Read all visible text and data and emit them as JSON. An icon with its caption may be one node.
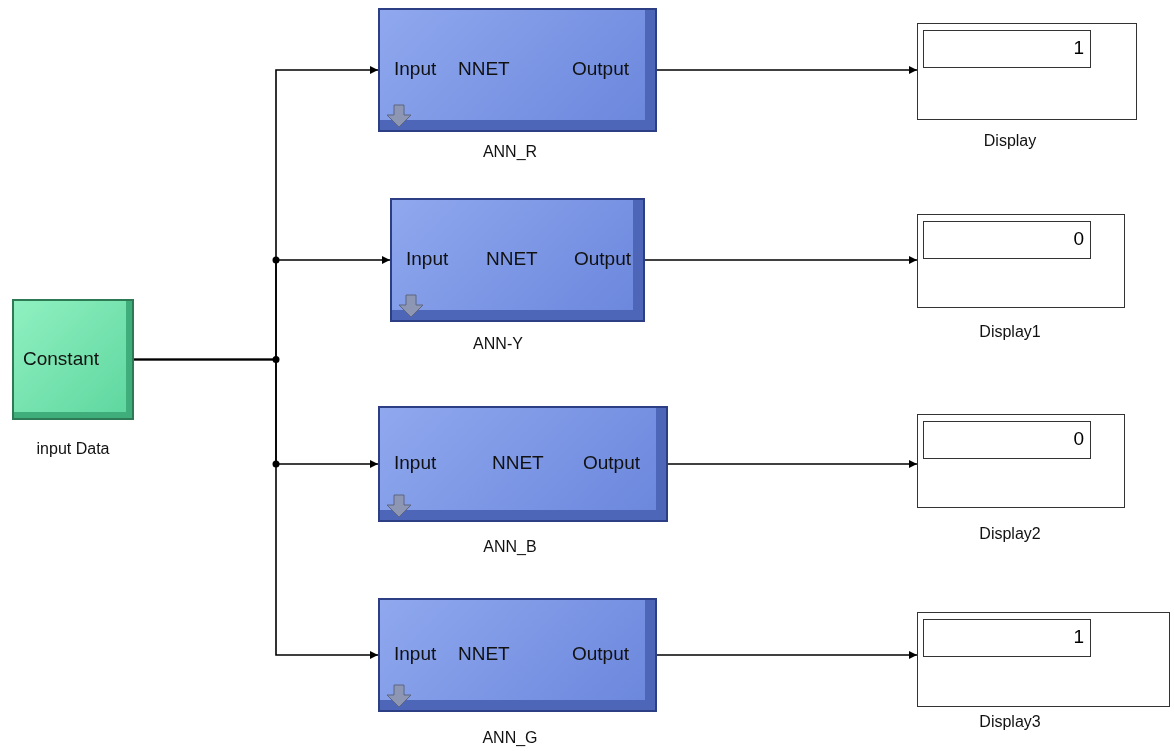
{
  "diagram": {
    "nodes": [
      {
        "text": [
          "Constant"
        ],
        "beside": [
          "input Data"
        ]
      },
      {
        "text": [
          "Input",
          "NNET",
          "Output"
        ],
        "beside": [
          "ANN_R"
        ]
      },
      {
        "text": [
          "Input",
          "NNET",
          "Output"
        ],
        "beside": [
          "ANN-Y"
        ]
      },
      {
        "text": [
          "Input",
          "NNET",
          "Output"
        ],
        "beside": [
          "ANN_B"
        ]
      },
      {
        "text": [
          "Input",
          "NNET",
          "Output"
        ],
        "beside": [
          "ANN_G"
        ]
      },
      {
        "text": [
          "1"
        ],
        "beside": [
          "Display"
        ]
      },
      {
        "text": [
          "0"
        ],
        "beside": [
          "Display1"
        ]
      },
      {
        "text": [
          "0"
        ],
        "beside": [
          "Display2"
        ]
      },
      {
        "text": [
          "1"
        ],
        "beside": [
          "Display3"
        ]
      }
    ],
    "edges": [
      {
        "from": 0,
        "to": 1,
        "arrow": "to"
      },
      {
        "from": 0,
        "to": 2,
        "arrow": "to"
      },
      {
        "from": 0,
        "to": 3,
        "arrow": "to"
      },
      {
        "from": 0,
        "to": 4,
        "arrow": "to"
      },
      {
        "from": 1,
        "to": 5,
        "arrow": "to"
      },
      {
        "from": 2,
        "to": 6,
        "arrow": "to"
      },
      {
        "from": 3,
        "to": 7,
        "arrow": "to"
      },
      {
        "from": 4,
        "to": 8,
        "arrow": "to"
      }
    ]
  }
}
